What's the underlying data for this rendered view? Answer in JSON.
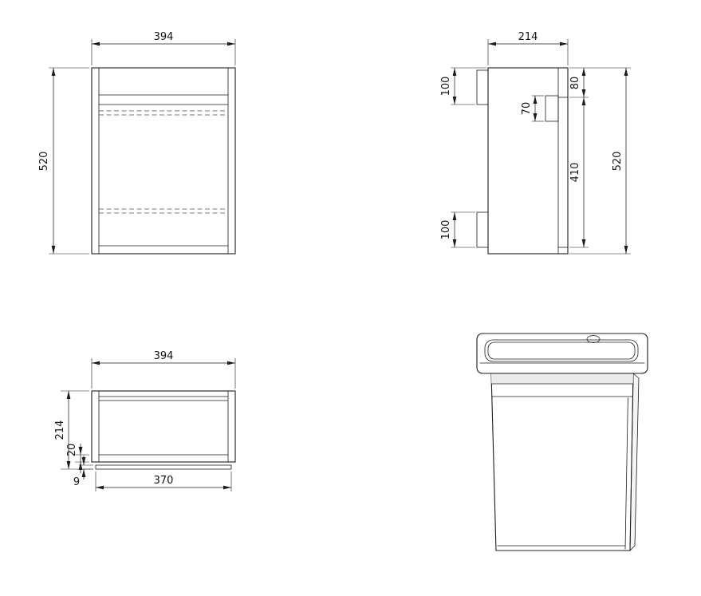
{
  "colors": {
    "background": "#ffffff",
    "line": "#1c1c1c",
    "hidden_line": "#4d4d4d"
  },
  "views": {
    "front": {
      "dims": {
        "width": "394",
        "height": "520"
      }
    },
    "side": {
      "dims": {
        "depth": "214",
        "top_section": "80",
        "hanger_rail": "70",
        "door_height": "410",
        "height": "520",
        "top_bracket": "100",
        "bottom_bracket": "100"
      }
    },
    "plan": {
      "dims": {
        "width": "394",
        "depth": "214",
        "front_rail": "20",
        "door_thickness": "9",
        "inner_width": "370"
      }
    }
  }
}
